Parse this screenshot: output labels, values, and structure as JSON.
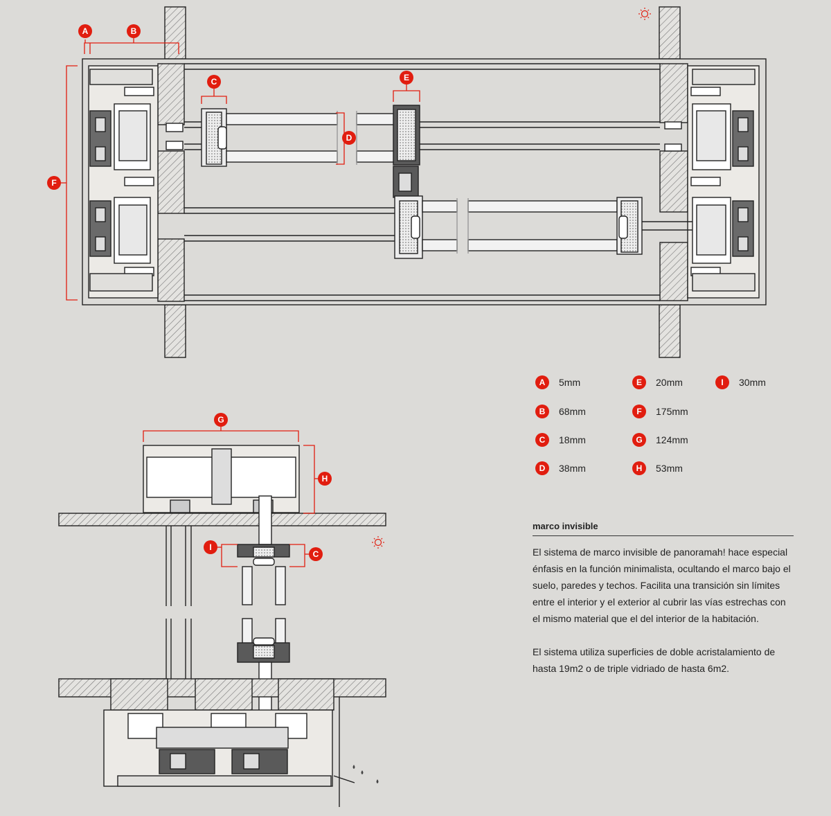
{
  "section": {
    "title": "marco invisible",
    "paragraph1": "El sistema de marco invisible de panoramah! hace especial énfasis en la función minimalista, ocultando el marco bajo el suelo, paredes y techos. Facilita una transición sin límites entre el interior y el exterior al cubrir las vías estrechas con el mismo material que el del interior de la habitación.",
    "paragraph2": "El sistema utiliza superficies de doble acristalamiento de hasta 19m2 o de triple vidriado de hasta 6m2."
  },
  "legend": [
    {
      "key": "A",
      "value": "5mm"
    },
    {
      "key": "B",
      "value": "68mm"
    },
    {
      "key": "C",
      "value": "18mm"
    },
    {
      "key": "D",
      "value": "38mm"
    },
    {
      "key": "E",
      "value": "20mm"
    },
    {
      "key": "F",
      "value": "175mm"
    },
    {
      "key": "G",
      "value": "124mm"
    },
    {
      "key": "H",
      "value": "53mm"
    },
    {
      "key": "I",
      "value": "30mm"
    }
  ],
  "callouts": {
    "top_A": "A",
    "top_B": "B",
    "top_C": "C",
    "top_D": "D",
    "top_E": "E",
    "top_F": "F",
    "bottom_G": "G",
    "bottom_H": "H",
    "bottom_I": "I",
    "bottom_C": "C"
  },
  "icons": [
    "sun-icon"
  ],
  "colors": {
    "background": "#dcdbd8",
    "accent": "#e11d0f",
    "line": "#222222",
    "profile": "#5a5a5a"
  }
}
